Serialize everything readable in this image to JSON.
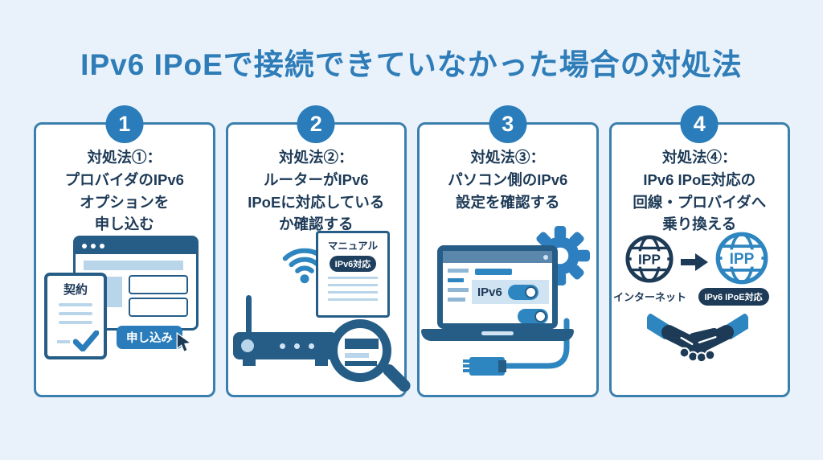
{
  "title": "IPv6 IPoEで接続できていなかった場合の対処法",
  "colors": {
    "background": "#e9f2fb",
    "title_blue": "#2e7cb8",
    "card_border": "#3a7fae",
    "badge_blue": "#2a7cba",
    "medium_blue": "#2e86c1",
    "heading_navy": "#1d3a57",
    "icon_navy": "#255d87",
    "light_blue": "#b9d5ea"
  },
  "cards": [
    {
      "number": "1",
      "heading_lines": [
        "対処法①：",
        "プロバイダのIPv6",
        "オプションを",
        "申し込む"
      ],
      "icon": {
        "contract_label": "契約",
        "apply_button": "申し込み"
      }
    },
    {
      "number": "2",
      "heading_lines": [
        "対処法②：",
        "ルーターがIPv6",
        "IPoEに対応している",
        "か確認する"
      ],
      "icon": {
        "manual_label": "マニュアル",
        "badge": "IPv6対応"
      }
    },
    {
      "number": "3",
      "heading_lines": [
        "対処法③：",
        "パソコン側のIPv6",
        "設定を確認する"
      ],
      "icon": {
        "toggle_label": "IPv6"
      }
    },
    {
      "number": "4",
      "heading_lines": [
        "対処法④：",
        "IPv6 IPoE対応の",
        "回線・プロバイダへ",
        "乗り換える"
      ],
      "icon": {
        "globe1_text": "IPP",
        "globe2_text": "IPP",
        "internet_label": "インターネット",
        "badge": "IPv6 IPoE対応"
      }
    }
  ]
}
